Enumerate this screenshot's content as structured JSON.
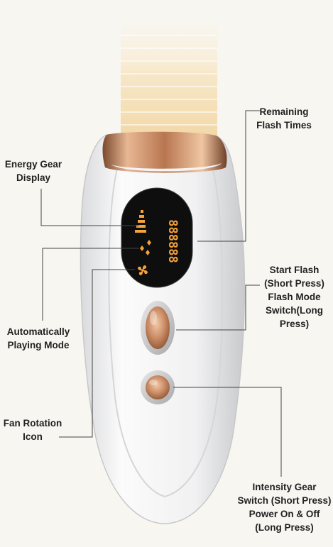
{
  "labels": {
    "remaining_flash_times": "Remaining\nFlash Times",
    "energy_gear_display": "Energy Gear\nDisplay",
    "start_flash": "Start Flash\n(Short Press)\nFlash Mode\nSwitch(Long\nPress)",
    "automatically_playing_mode": "Automatically\nPlaying Mode",
    "fan_rotation_icon": "Fan Rotation\nIcon",
    "intensity_gear": "Intensity Gear\nSwitch (Short Press)\nPower On & Off\n(Long Press)"
  },
  "display": {
    "digits": "888888",
    "digit_color": "#f5a23a"
  },
  "colors": {
    "background": "#f8f6f1",
    "leader_line": "#444444",
    "rose_gold": "#d9a07c",
    "device_body": "#f4f4f4"
  },
  "icons": {
    "energy_bars": "energy-gear-bars-icon",
    "auto_mode": "auto-mode-dots-icon",
    "fan": "fan-icon"
  }
}
